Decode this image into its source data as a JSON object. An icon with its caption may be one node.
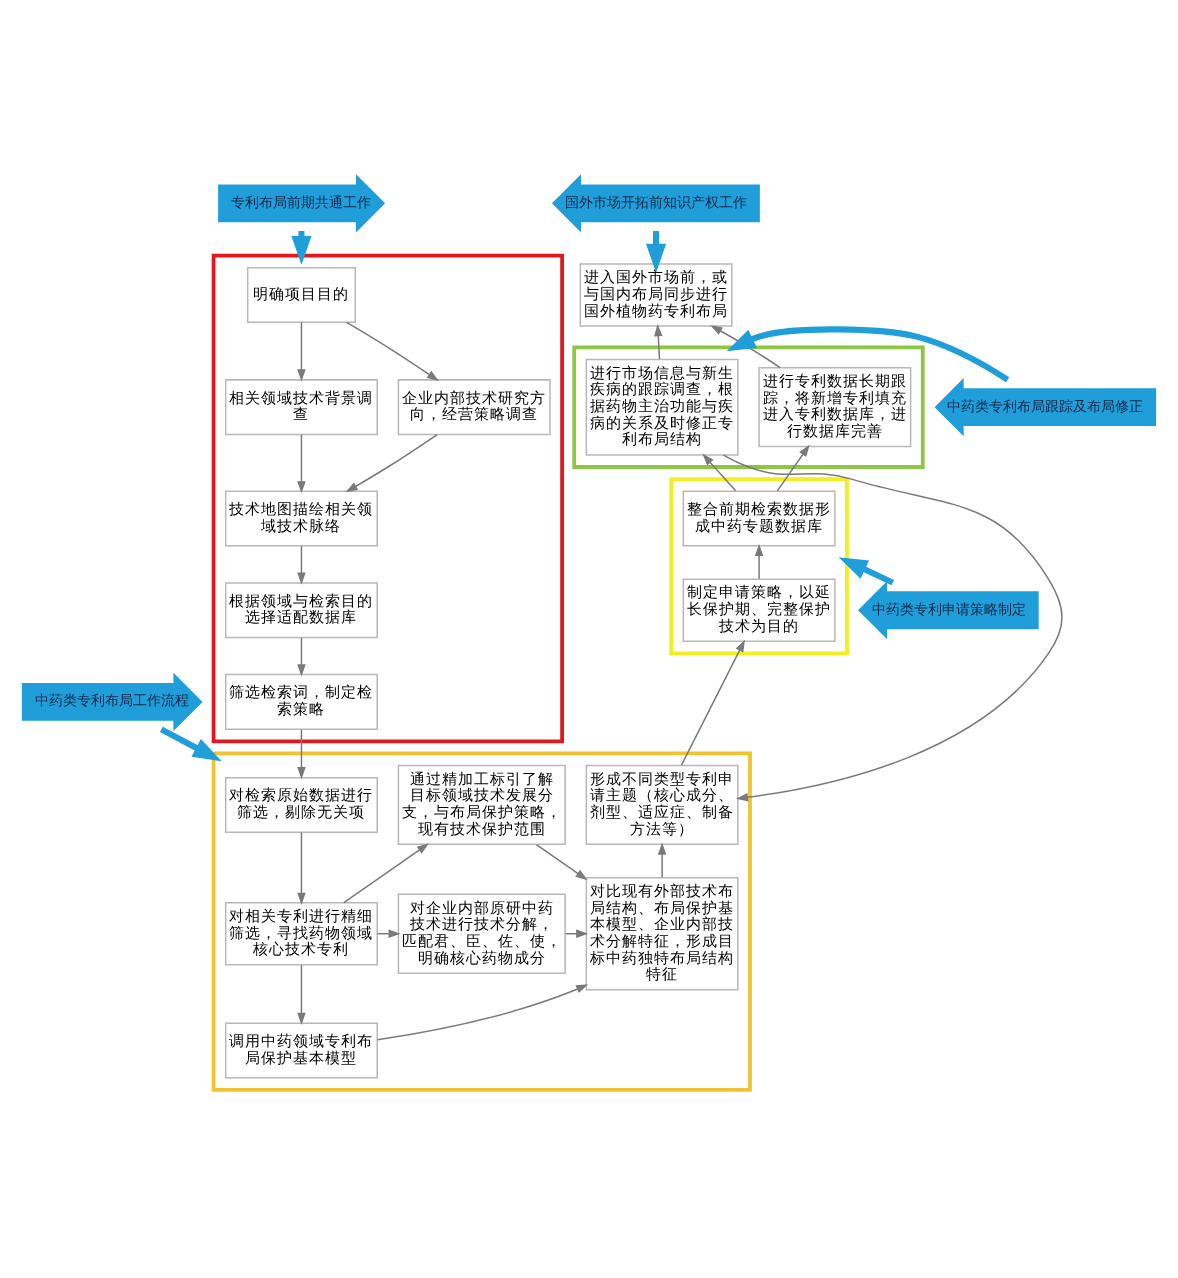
{
  "diagram": {
    "nodes": [
      {
        "text": [
          "专利布局前期共通工作"
        ]
      },
      {
        "text": [],
        "shape": "box"
      },
      {
        "text": [
          "明确项目目的"
        ],
        "in": 1
      },
      {
        "text": [
          "相关领域技术背景调查"
        ],
        "in": 1
      },
      {
        "text": [
          "企业内部技术研究方向，经营策略调查"
        ],
        "in": 1
      },
      {
        "text": [
          "技术地图描绘相关领域技术脉络"
        ],
        "in": 1
      },
      {
        "text": [
          "根据领域与检索目的选择适配数据库"
        ],
        "in": 1
      },
      {
        "text": [
          "筛选检索词，制定检索策略"
        ],
        "in": 1
      },
      {
        "text": [
          "中药类专利布局工作流程"
        ]
      },
      {
        "text": [],
        "shape": "box"
      },
      {
        "text": [
          "对检索原始数据进行筛选，剔除无关项"
        ],
        "in": 9
      },
      {
        "text": [
          "对相关专利进行精细筛选，寻找药物领域核心技术专利"
        ],
        "in": 9
      },
      {
        "text": [
          "通过精加工标引了解目标领域技术发展分支，与布局保护策略，现有技术保护范围"
        ],
        "in": 9
      },
      {
        "text": [
          "对企业内部原研中药技术进行技术分解，匹配君、臣、佐、使，明确核心药物成分"
        ],
        "in": 9
      },
      {
        "text": [
          "调用中药领域专利布局保护基本模型"
        ],
        "in": 9
      },
      {
        "text": [
          "对比现有外部技术布局结构、布局保护基本模型、企业内部技术分解特征，形成目标中药独特布局结构特征"
        ],
        "in": 9
      },
      {
        "text": [
          "形成不同类型专利申请主题（核心成分、剂型、适应症、制备方法等）"
        ],
        "in": 9
      },
      {
        "text": [
          "中药类专利申请策略制定"
        ]
      },
      {
        "text": [],
        "shape": "box"
      },
      {
        "text": [
          "制定申请策略，以延长保护期、完整保护技术为目的"
        ],
        "in": 18
      },
      {
        "text": [
          "整合前期检索数据形成中药专题数据库"
        ],
        "in": 18
      },
      {
        "text": [
          "中药类专利布局跟踪及布局修正"
        ]
      },
      {
        "text": [],
        "shape": "box"
      },
      {
        "text": [
          "进行专利数据长期跟踪，将新增专利填充进入专利数据库，进行数据库完善"
        ],
        "in": 22
      },
      {
        "text": [
          "进行市场信息与新生疾病的跟踪调查，根据药物主治功能与疾病的关系及时修正专利布局结构"
        ],
        "in": 22
      },
      {
        "text": [
          "国外市场开拓前知识产权工作"
        ]
      },
      {
        "text": [
          "进入国外市场前，或与国内布局同步进行国外植物药专利布局"
        ]
      }
    ],
    "edges": [
      {
        "from": 0,
        "to": 1,
        "arrow": "to",
        "style": "thick",
        "color": "#1f9ed9"
      },
      {
        "from": 2,
        "to": 3,
        "arrow": "to"
      },
      {
        "from": 2,
        "to": 4,
        "arrow": "to"
      },
      {
        "from": 3,
        "to": 5,
        "arrow": "to"
      },
      {
        "from": 4,
        "to": 5,
        "arrow": "to"
      },
      {
        "from": 5,
        "to": 6,
        "arrow": "to"
      },
      {
        "from": 6,
        "to": 7,
        "arrow": "to"
      },
      {
        "from": 7,
        "to": 10,
        "arrow": "to"
      },
      {
        "from": 8,
        "to": 9,
        "arrow": "to",
        "style": "thick",
        "color": "#1f9ed9"
      },
      {
        "from": 10,
        "to": 11,
        "arrow": "to"
      },
      {
        "from": 11,
        "to": 12,
        "arrow": "to"
      },
      {
        "from": 11,
        "to": 13,
        "arrow": "to"
      },
      {
        "from": 11,
        "to": 14,
        "arrow": "to"
      },
      {
        "from": 12,
        "to": 15,
        "arrow": "to"
      },
      {
        "from": 13,
        "to": 15,
        "arrow": "to"
      },
      {
        "from": 14,
        "to": 15,
        "arrow": "to"
      },
      {
        "from": 15,
        "to": 16,
        "arrow": "to"
      },
      {
        "from": 16,
        "to": 19,
        "arrow": "to"
      },
      {
        "from": 17,
        "to": 18,
        "arrow": "to",
        "style": "thick",
        "color": "#1f9ed9"
      },
      {
        "from": 19,
        "to": 20,
        "arrow": "to"
      },
      {
        "from": 20,
        "to": 23,
        "arrow": "to"
      },
      {
        "from": 20,
        "to": 24,
        "arrow": "to"
      },
      {
        "from": 21,
        "to": 22,
        "arrow": "to",
        "style": "thick",
        "color": "#1f9ed9"
      },
      {
        "from": 24,
        "to": 16,
        "arrow": "to"
      },
      {
        "from": 23,
        "to": 26,
        "arrow": "to"
      },
      {
        "from": 24,
        "to": 26,
        "arrow": "to"
      },
      {
        "from": 25,
        "to": 26,
        "arrow": "to",
        "style": "thick",
        "color": "#1f9ed9"
      }
    ]
  }
}
